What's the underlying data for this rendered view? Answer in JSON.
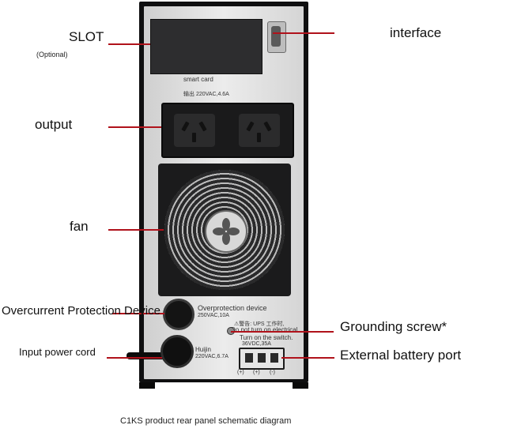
{
  "labels": {
    "slot": "SLOT",
    "slot_note": "(Optional)",
    "interface": "interface",
    "output": "output",
    "fan": "fan",
    "overcurrent": "Overcurrent Protection Device",
    "grounding": "Grounding screw*",
    "input_cord": "Input power cord",
    "battery_port": "External battery port"
  },
  "panel_text": {
    "smart_card": "smart card",
    "output_rating": "输出 220VAC,4.6A",
    "overprotection": "Overprotection device",
    "overprotection_rating": "250VAC,10A",
    "ups_notice": "⚠警告: UPS 工作时,",
    "not_turn_on": "Do not turn on electrical",
    "turn_on_switch": "Turn on the switch.",
    "battery_rating": "36VDC,35A",
    "brand": "Huijin",
    "input_rating": "220VAC,6.7A",
    "battery_pins": [
      "(+)",
      "(+)",
      "(-)"
    ]
  },
  "caption": "C1KS product rear panel schematic diagram",
  "colors": {
    "leader": "#b0121b",
    "body": "#0f0f10",
    "panel": "#e3e3e3"
  }
}
